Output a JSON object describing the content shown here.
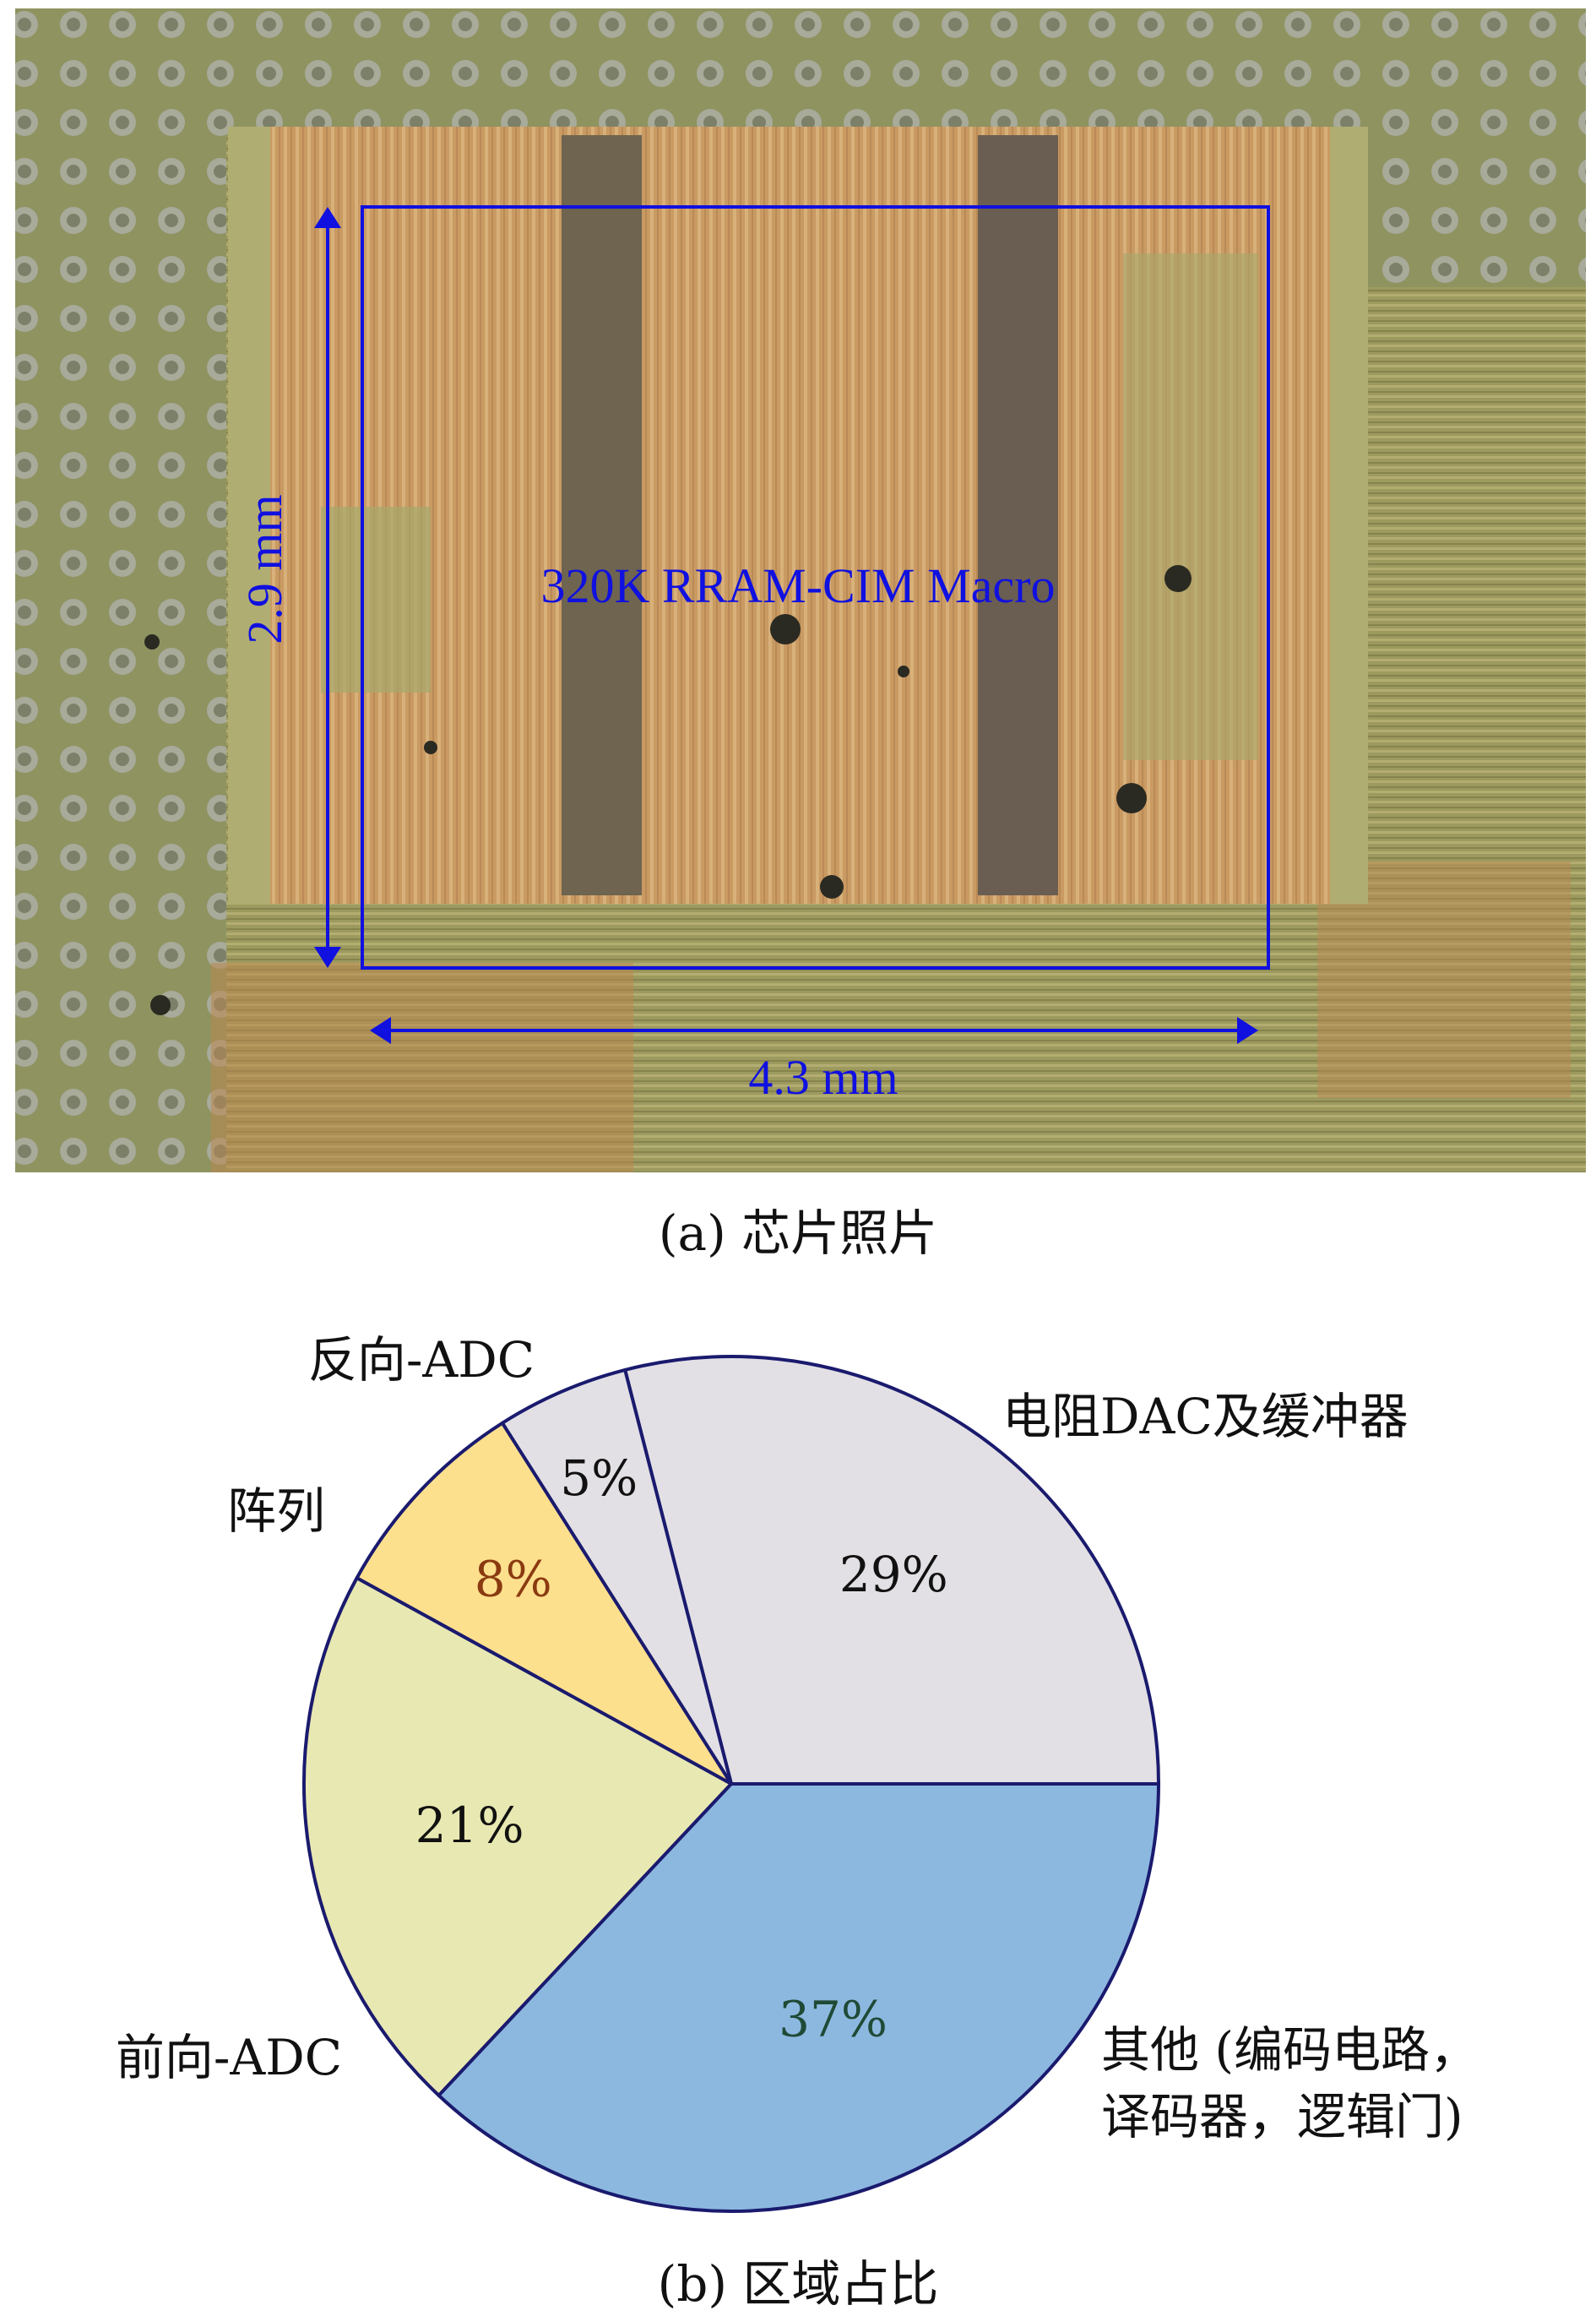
{
  "photo": {
    "macro_label": "320K RRAM-CIM Macro",
    "height_label": "2.9 mm",
    "width_label": "4.3 mm",
    "caption": "(a) 芯片照片",
    "annotation_color": "#1010e0"
  },
  "chart_data": {
    "type": "pie",
    "title": "(b) 区域占比",
    "start_angle_deg": 0,
    "direction": "counterclockwise",
    "slices": [
      {
        "name": "电阻DAC及缓冲器",
        "value": 29,
        "label": "29%",
        "color": "#e2e0e4",
        "text_color": "#111111"
      },
      {
        "name": "反向-ADC",
        "value": 5,
        "label": "5%",
        "color": "#e2e0e4",
        "text_color": "#111111"
      },
      {
        "name": "阵列",
        "value": 8,
        "label": "8%",
        "color": "#fde08e",
        "text_color": "#8a3a10"
      },
      {
        "name": "前向-ADC",
        "value": 21,
        "label": "21%",
        "color": "#e8e8b2",
        "text_color": "#111111"
      },
      {
        "name": "其他 (编码电路，译码器，逻辑门)",
        "value": 37,
        "label": "37%",
        "color": "#8cb8e0",
        "text_color": "#1f4a36"
      }
    ],
    "category_labels": {
      "dac": "电阻DAC及缓冲器",
      "rev_adc": "反向-ADC",
      "array": "阵列",
      "fwd_adc": "前向-ADC",
      "other_line1": "其他 (编码电路，",
      "other_line2": "译码器，逻辑门)"
    },
    "outline_color": "#1a1a6e"
  }
}
